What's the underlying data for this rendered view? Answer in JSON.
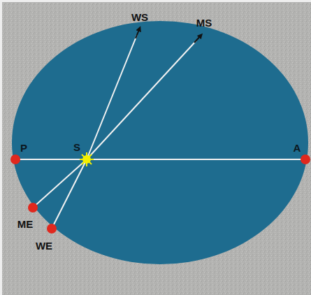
{
  "diagram": {
    "labels": [
      "WS",
      "MS",
      "P",
      "S",
      "A",
      "ME",
      "WE"
    ]
  }
}
